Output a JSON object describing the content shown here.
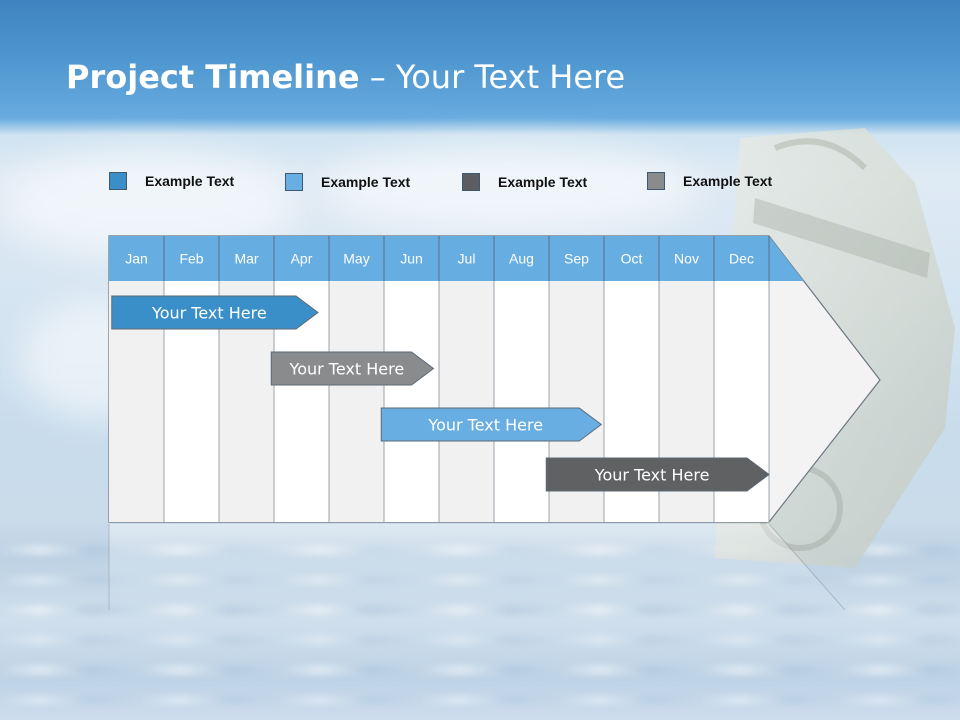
{
  "slide": {
    "title_bold": "Project Timeline",
    "title_rest": " – Your Text Here"
  },
  "legend": [
    {
      "label": "Example Text",
      "color": "#3a8fc8"
    },
    {
      "label": "Example Text",
      "color": "#68aee2"
    },
    {
      "label": "Example Text",
      "color": "#5b5d60"
    },
    {
      "label": "Example Text",
      "color": "#8a8b8d"
    }
  ],
  "timeline": {
    "months": [
      "Jan",
      "Feb",
      "Mar",
      "Apr",
      "May",
      "Jun",
      "Jul",
      "Aug",
      "Sep",
      "Oct",
      "Nov",
      "Dec"
    ],
    "header_color": "#66ade2",
    "bars": [
      {
        "label": "Your  Text Here",
        "start_month": 0.05,
        "end_month": 3.8,
        "color": "#3a8fc8"
      },
      {
        "label": "Your  Text Here",
        "start_month": 2.95,
        "end_month": 5.9,
        "color": "#8a8b8d"
      },
      {
        "label": "Your  Text Here",
        "start_month": 4.95,
        "end_month": 8.95,
        "color": "#68aee2"
      },
      {
        "label": "Your  Text Here",
        "start_month": 7.95,
        "end_month": 12.0,
        "color": "#5f6163"
      }
    ]
  }
}
